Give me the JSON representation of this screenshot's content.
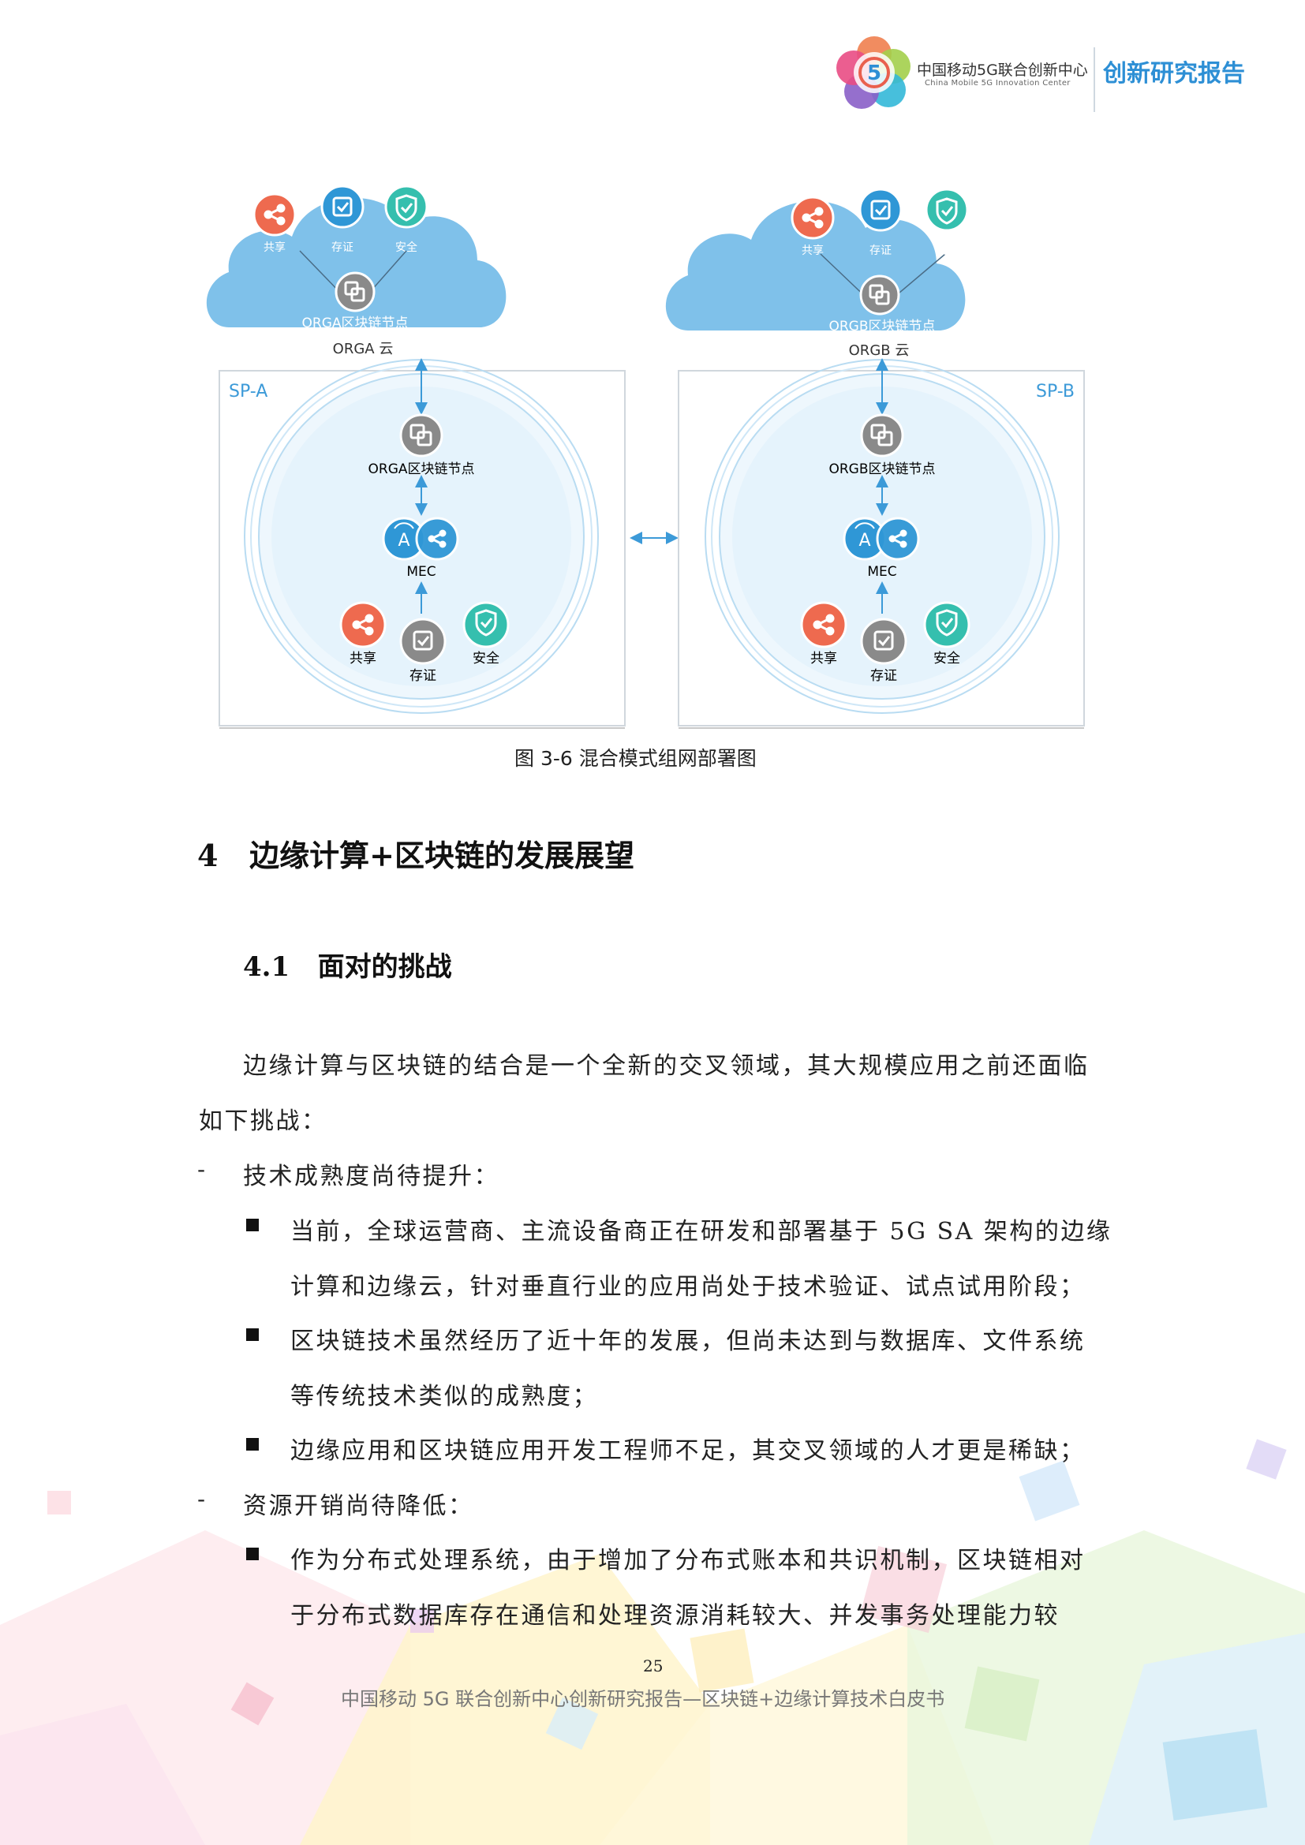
{
  "header": {
    "logo_cn": "中国移动5G联合创新中心",
    "logo_en": "China Mobile 5G Innovation Center",
    "title": "创新研究报告"
  },
  "figure": {
    "left": {
      "share": "共享",
      "cert": "存证",
      "security": "安全",
      "cloud_node": "ORGA区块链节点",
      "cloud_name": "ORGA 云",
      "region": "SP-A",
      "node": "ORGA区块链节点",
      "mec": "MEC",
      "mec_glyph": "A",
      "share2": "共享",
      "cert2": "存证",
      "security2": "安全"
    },
    "right": {
      "share": "共享",
      "cert": "存证",
      "security": "安全",
      "cloud_node": "ORGB区块链节点",
      "cloud_name": "ORGB 云",
      "region": "SP-B",
      "node": "ORGB区块链节点",
      "mec": "MEC",
      "mec_glyph": "A",
      "share2": "共享",
      "cert2": "存证",
      "security2": "安全"
    },
    "caption": "图 3-6  混合模式组网部署图"
  },
  "section": {
    "h1": "4   边缘计算+区块链的发展展望",
    "h2": "4.1   面对的挑战"
  },
  "content": {
    "para1_line1": "边缘计算与区块链的结合是一个全新的交叉领域，其大规模应用之前还面临",
    "para1_line2": "如下挑战：",
    "dash_char": "-",
    "item1_title": "技术成熟度尚待提升：",
    "b1_line1": "当前，全球运营商、主流设备商正在研发和部署基于 5G SA 架构的边缘",
    "b1_line2": "计算和边缘云，针对垂直行业的应用尚处于技术验证、试点试用阶段；",
    "b2_line1": "区块链技术虽然经历了近十年的发展，但尚未达到与数据库、文件系统",
    "b2_line2": "等传统技术类似的成熟度；",
    "b3_line1": "边缘应用和区块链应用开发工程师不足，其交叉领域的人才更是稀缺；",
    "item2_title": "资源开销尚待降低：",
    "b4_line1": "作为分布式处理系统，由于增加了分布式账本和共识机制，区块链相对",
    "b4_line2": "于分布式数据库存在通信和处理资源消耗较大、并发事务处理能力较"
  },
  "footer": {
    "page": "25",
    "text": "中国移动 5G 联合创新中心创新研究报告—区块链+边缘计算技术白皮书"
  },
  "colors": {
    "accent": "#2d8fd5",
    "cloud": "#7fc1ea",
    "share": "#ee6a4f",
    "cert": "#2f97d6",
    "security": "#35bfae",
    "node": "#8a8a8a"
  }
}
